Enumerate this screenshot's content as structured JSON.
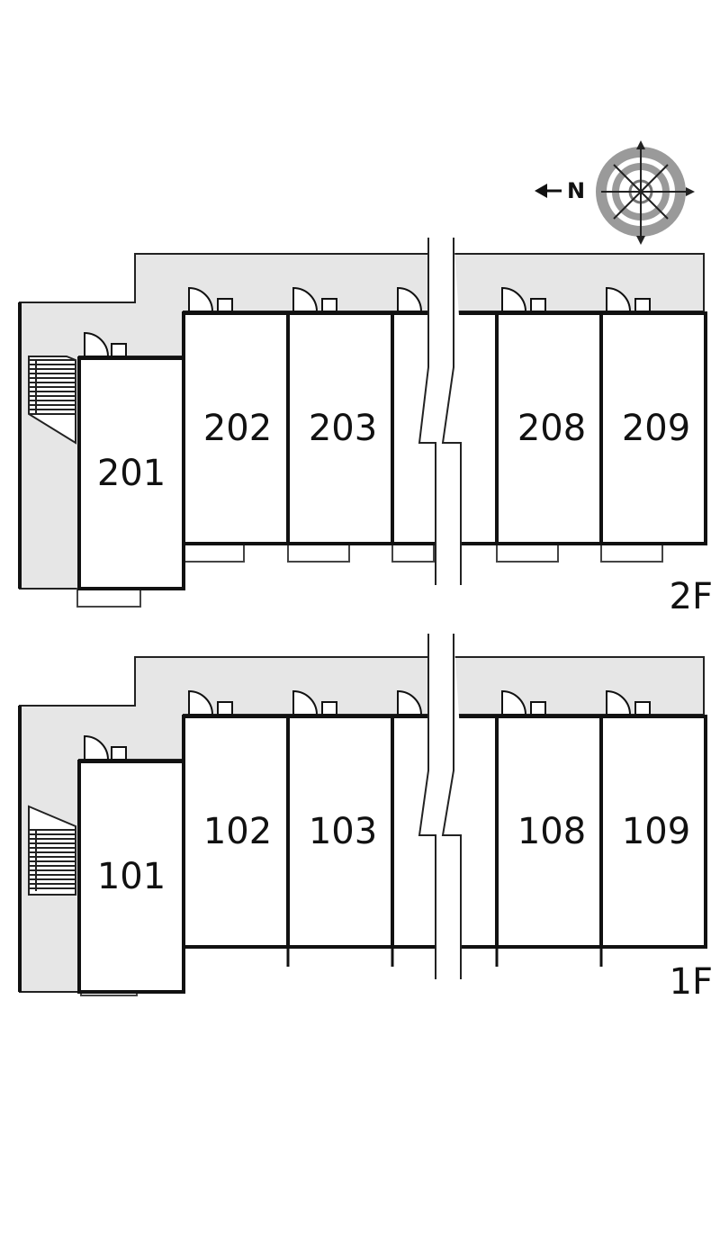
{
  "compass": {
    "label": "N",
    "icon": "compass-rose-icon"
  },
  "floors": [
    {
      "id": "2F",
      "label": "2F",
      "rooms": [
        "201",
        "202",
        "203",
        "208",
        "209"
      ]
    },
    {
      "id": "1F",
      "label": "1F",
      "rooms": [
        "101",
        "102",
        "103",
        "108",
        "109"
      ]
    }
  ],
  "colors": {
    "corridor": "#e6e6e6",
    "walls": "#111111",
    "background": "#ffffff"
  }
}
